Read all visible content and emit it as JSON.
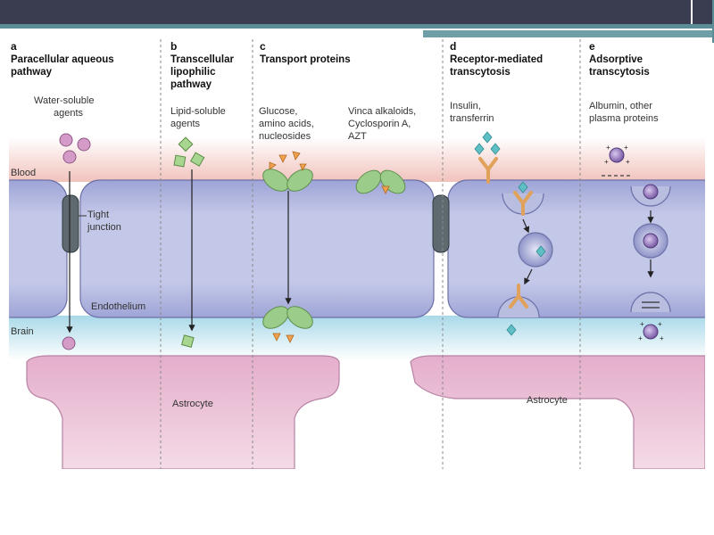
{
  "panels": [
    {
      "letter": "a",
      "title_lines": [
        "Paracellular aqueous",
        "pathway"
      ],
      "agent_lines": [
        "Water-soluble",
        "agents"
      ]
    },
    {
      "letter": "b",
      "title_lines": [
        "Transcellular",
        "lipophilic",
        "pathway"
      ],
      "agent_lines": [
        "Lipid-soluble",
        "agents"
      ]
    },
    {
      "letter": "c",
      "title_lines": [
        "Transport proteins"
      ],
      "agent_lines": [
        "Glucose,",
        "amino acids,",
        "nucleosides"
      ],
      "agent_lines_2": [
        "Vinca alkaloids,",
        "Cyclosporin A,",
        "AZT"
      ]
    },
    {
      "letter": "d",
      "title_lines": [
        "Receptor-mediated",
        "transcytosis"
      ],
      "agent_lines": [
        "Insulin,",
        "transferrin"
      ]
    },
    {
      "letter": "e",
      "title_lines": [
        "Adsorptive",
        "transcytosis"
      ],
      "agent_lines": [
        "Albumin, other",
        "plasma proteins"
      ]
    }
  ],
  "labels": {
    "blood": "Blood",
    "brain": "Brain",
    "tight_junction_lines": [
      "Tight",
      "junction"
    ],
    "endothelium": "Endothelium",
    "astrocyte_left": "Astrocyte",
    "astrocyte_right": "Astrocyte"
  },
  "colors": {
    "blood_band": "#f3c9c4",
    "brain_band": "#bfe3ee",
    "endothelial_cell": "#b9bde0",
    "astrocyte": "#e9bfd6",
    "junction": "#5e6a70",
    "green_molecule": "#9ccc8a",
    "orange_molecule": "#f0a14d",
    "teal_molecule": "#5fbfc4",
    "purple_molecule": "#a98fc6"
  }
}
